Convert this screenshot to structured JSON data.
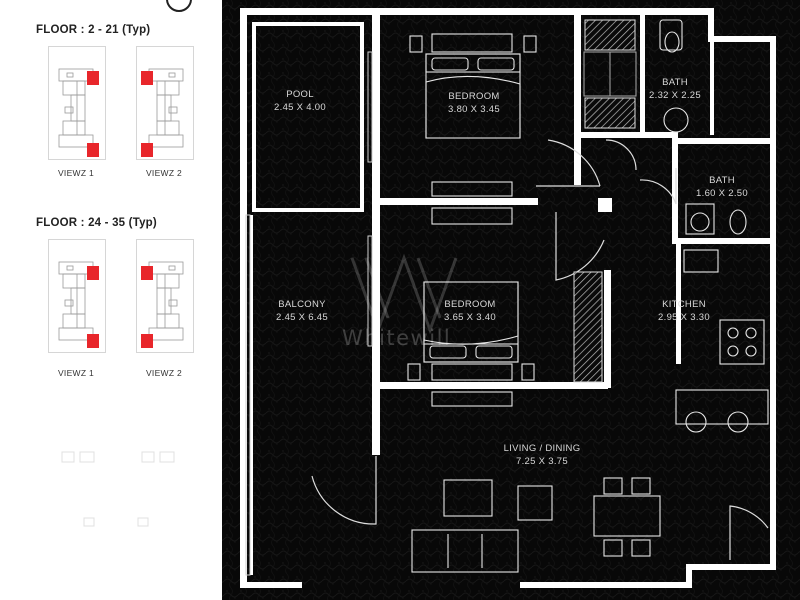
{
  "key_plans": [
    {
      "floor_label": "FLOOR : 2 - 21 (Typ)",
      "views": [
        {
          "label": "VIEWZ 1"
        },
        {
          "label": "VIEWZ 2"
        }
      ]
    },
    {
      "floor_label": "FLOOR : 24 - 35 (Typ)",
      "views": [
        {
          "label": "VIEWZ 1"
        },
        {
          "label": "VIEWZ 2"
        }
      ]
    }
  ],
  "rooms": {
    "pool": {
      "name": "POOL",
      "size": "2.45 X 4.00"
    },
    "bedroom_1": {
      "name": "BEDROOM",
      "size": "3.80 X 3.45"
    },
    "bath_1": {
      "name": "BATH",
      "size": "2.32 X 2.25"
    },
    "bath_2": {
      "name": "BATH",
      "size": "1.60 X 2.50"
    },
    "balcony": {
      "name": "BALCONY",
      "size": "2.45 X 6.45"
    },
    "bedroom_2": {
      "name": "BEDROOM",
      "size": "3.65 X 3.40"
    },
    "kitchen": {
      "name": "KITCHEN",
      "size": "2.95 X 3.30"
    },
    "living": {
      "name": "LIVING / DINING",
      "size": "7.25 X 3.75"
    }
  },
  "watermark": "Whitewill",
  "colors": {
    "plan_background": "#070707",
    "wall": "#ffffff",
    "unit_highlight": "#e8262b",
    "text": "#d8d8d8"
  }
}
